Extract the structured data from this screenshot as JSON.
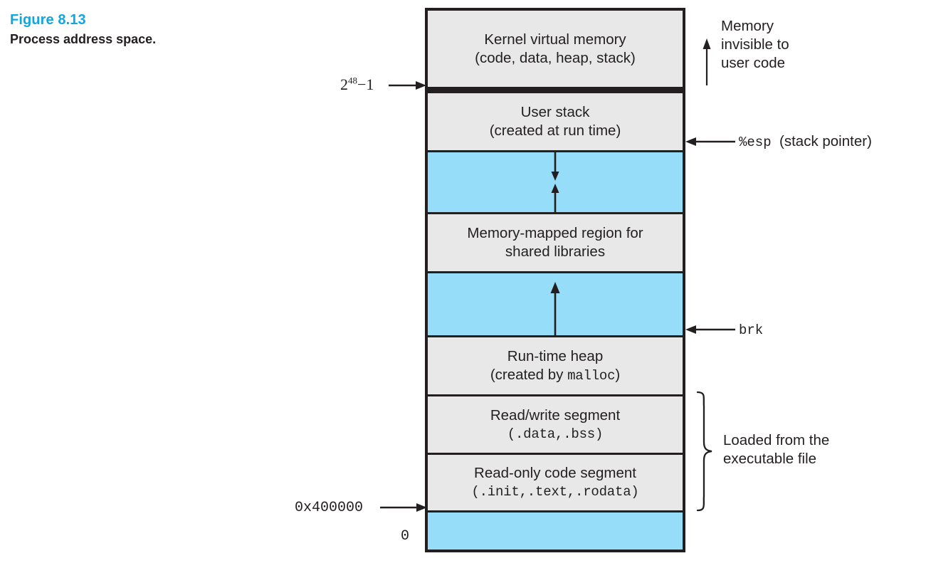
{
  "caption": {
    "figure_number": "Figure 8.13",
    "title": "Process address space.",
    "accent_color": "#13a5dd"
  },
  "colors": {
    "gray_region": "#e8e8e8",
    "blue_region": "#95ddf8",
    "outline": "#231f20",
    "accent": "#13a5dd"
  },
  "diagram": {
    "regions": [
      {
        "id": "kernel-virtual-memory",
        "fill": "gray",
        "line1": "Kernel virtual memory",
        "line2": "(code, data, heap, stack)"
      },
      {
        "id": "user-stack",
        "fill": "gray",
        "line1": "User stack",
        "line2": "(created at run time)"
      },
      {
        "id": "stack-gap",
        "fill": "blue",
        "line1": "",
        "line2": ""
      },
      {
        "id": "memory-mapped-region",
        "fill": "gray",
        "line1": "Memory-mapped region for",
        "line2": "shared libraries"
      },
      {
        "id": "heap-gap",
        "fill": "blue",
        "line1": "",
        "line2": ""
      },
      {
        "id": "run-time-heap",
        "fill": "gray",
        "line1": "Run-time heap",
        "line2_prefix": "(created by ",
        "line2_mono": "malloc",
        "line2_suffix": ")"
      },
      {
        "id": "read-write-segment",
        "fill": "gray",
        "line1": "Read/write segment",
        "line2_mono": "(.data,.bss)"
      },
      {
        "id": "read-only-code-segment",
        "fill": "gray",
        "line1": "Read-only code segment",
        "line2_mono": "(.init,.text,.rodata)"
      },
      {
        "id": "unmapped-low-memory",
        "fill": "blue",
        "line1": "",
        "line2": ""
      }
    ],
    "address_labels": [
      {
        "id": "addr-2-48-minus-1",
        "base": "2",
        "exponent": "48",
        "suffix": "−1"
      },
      {
        "id": "addr-0x400000",
        "text": "0x400000"
      },
      {
        "id": "addr-zero",
        "text": "0"
      }
    ],
    "annotations": [
      {
        "id": "memory-invisible-note",
        "line1": "Memory",
        "line2": "invisible to",
        "line3": "user code"
      },
      {
        "id": "esp-note",
        "mono": "%esp",
        "text": "(stack pointer)"
      },
      {
        "id": "brk-note",
        "mono": "brk"
      },
      {
        "id": "loaded-from-executable-note",
        "line1": "Loaded from the",
        "line2": "executable file"
      }
    ]
  }
}
